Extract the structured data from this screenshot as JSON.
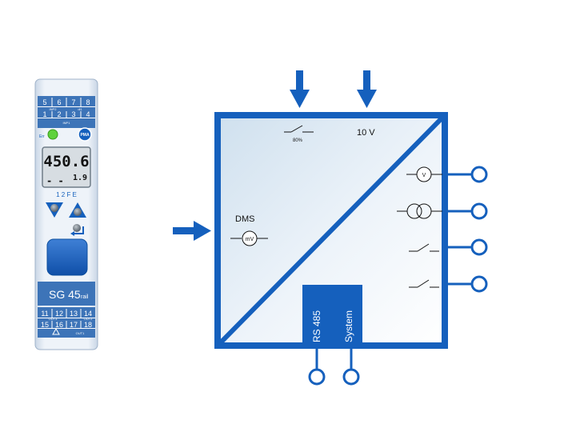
{
  "colors": {
    "primary_blue": "#1560bd",
    "dark_blue": "#0d4f9e",
    "device_body": "#e9eef5",
    "device_panel": "#3d74b8",
    "led_green": "#5fd23c",
    "lcd_bg": "#d7dde2",
    "gradient_light": "#e2edf6",
    "white": "#ffffff"
  },
  "device": {
    "top_terminals": [
      "5",
      "6",
      "7",
      "8",
      "1",
      "2",
      "3",
      "4"
    ],
    "top_labels": [
      "INP2",
      "di1",
      "INP1"
    ],
    "err_label": "Err",
    "pma_badge": "PMA",
    "display_main": "450.6",
    "display_sub": "1.9",
    "display_bars": "- -",
    "keys_label": "1  2  F  E",
    "model_name": "SG 45",
    "model_suffix": "rail",
    "bottom_terminals": [
      "11",
      "12",
      "13",
      "14",
      "15",
      "16",
      "17",
      "18"
    ],
    "bottom_labels": [
      "OUT3",
      "OUT2",
      "OUT1"
    ]
  },
  "diagram": {
    "input_label_top_switch": "80%",
    "input_label_voltage": "10 V",
    "input_label_left": "DMS",
    "mv_symbol": "mV",
    "v_symbol": "V",
    "bus_label": "RS 485",
    "system_label": "System",
    "icons": [
      "down-arrow-icon",
      "right-arrow-icon",
      "switch-icon",
      "millivolt-meter-icon",
      "voltmeter-icon",
      "current-source-icon",
      "terminal-circle-icon"
    ]
  }
}
